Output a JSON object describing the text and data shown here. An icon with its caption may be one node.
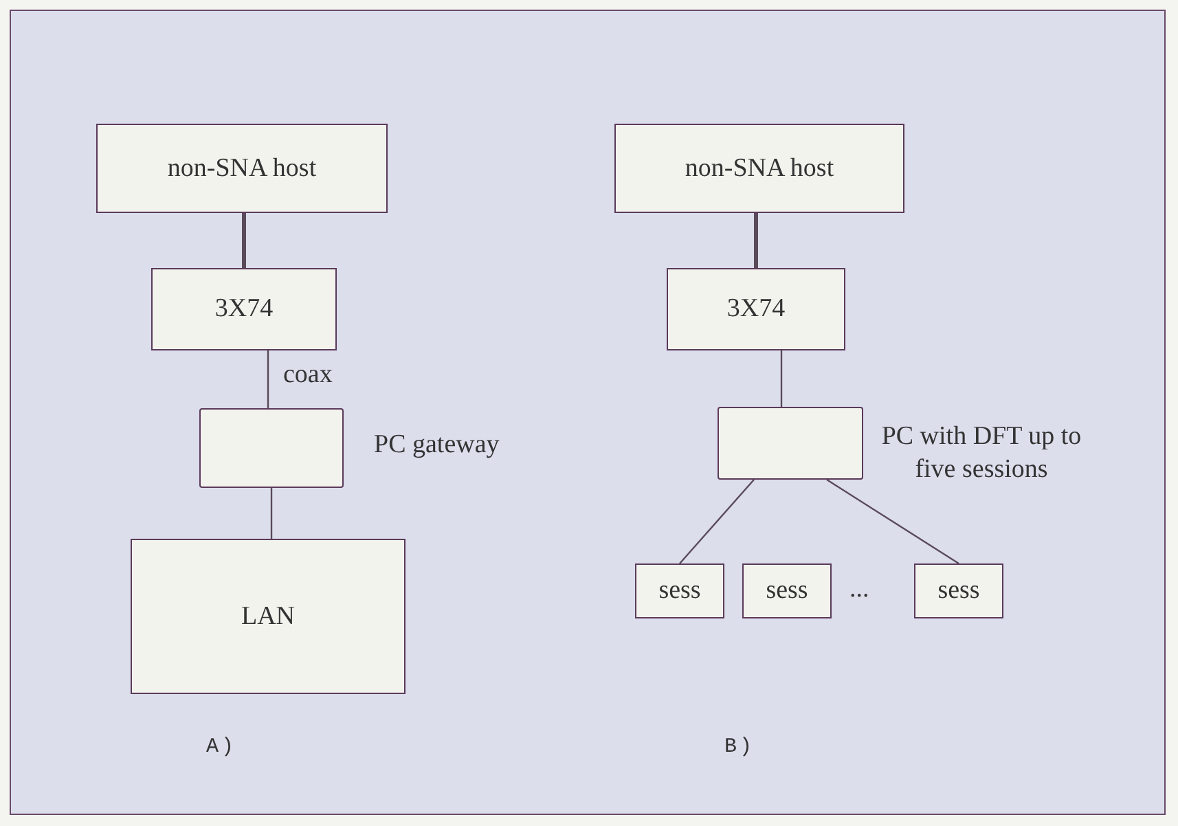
{
  "diagram": {
    "nodes": [
      {
        "text": [
          "non-SNA host"
        ]
      },
      {
        "text": [
          "3X74"
        ]
      },
      {
        "text": [],
        "shape": "box",
        "beside": [
          "PC gateway"
        ]
      },
      {
        "text": [
          "LAN"
        ]
      },
      {
        "text": [
          "non-SNA host"
        ]
      },
      {
        "text": [
          "3X74"
        ]
      },
      {
        "text": [],
        "shape": "box",
        "beside": [
          "PC with DFT up to five sessions"
        ]
      },
      {
        "text": [
          "sess"
        ]
      },
      {
        "text": [
          "sess"
        ]
      },
      {
        "text": [
          "sess"
        ]
      }
    ],
    "edges": [
      {
        "from": 0,
        "to": 1,
        "arrow": "none",
        "style": "thick"
      },
      {
        "from": 1,
        "to": 2,
        "arrow": "none",
        "label": "coax"
      },
      {
        "from": 2,
        "to": 3,
        "arrow": "none"
      },
      {
        "from": 4,
        "to": 5,
        "arrow": "none",
        "style": "thick"
      },
      {
        "from": 5,
        "to": 6,
        "arrow": "none"
      },
      {
        "from": 6,
        "to": 7,
        "arrow": "none"
      },
      {
        "from": 6,
        "to": 9,
        "arrow": "none"
      }
    ],
    "labels": [
      "A)",
      "...",
      "B)"
    ]
  }
}
